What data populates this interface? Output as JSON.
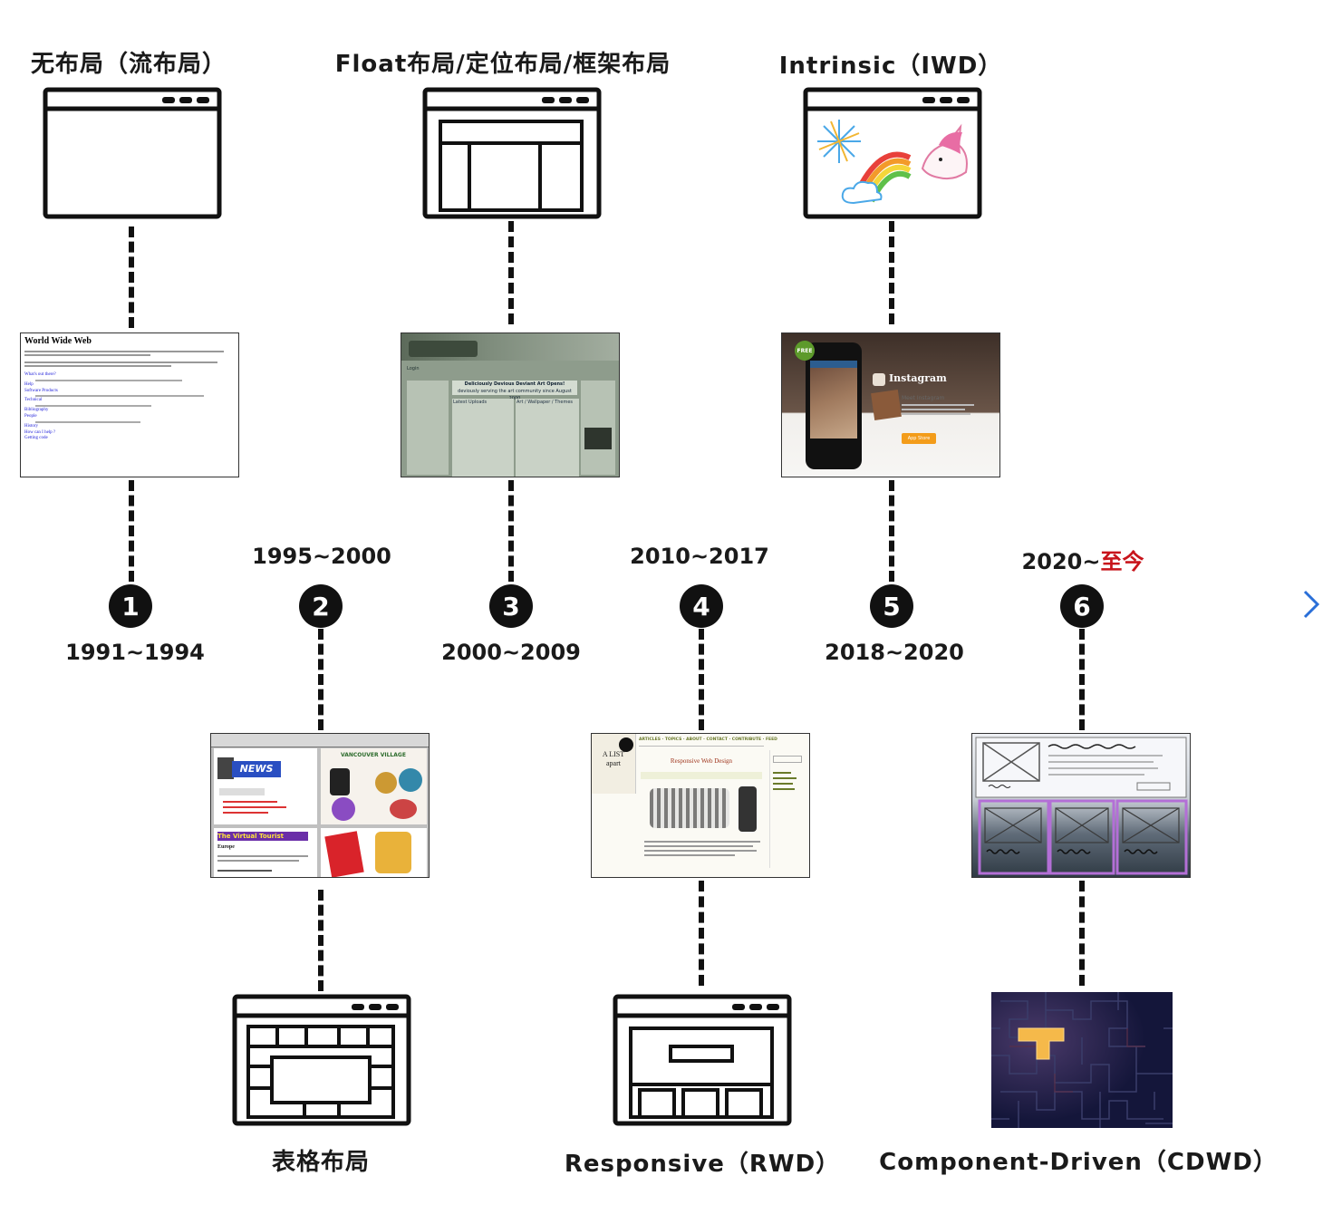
{
  "titles": {
    "era1": "无布局（流布局）",
    "era2": "表格布局",
    "era3": "Float布局/定位布局/框架布局",
    "era4": "Responsive（RWD）",
    "era5": "Intrinsic（IWD）",
    "era6": "Component-Driven（CDWD）"
  },
  "years": {
    "era1": "1991~1994",
    "era2": "1995~2000",
    "era3": "2000~2009",
    "era4": "2010~2017",
    "era5": "2018~2020",
    "era6_prefix": "2020~",
    "era6_suffix": "至今"
  },
  "nodes": [
    "1",
    "2",
    "3",
    "4",
    "5",
    "6"
  ],
  "thumbnails": {
    "www": {
      "heading": "World Wide Web",
      "links": [
        "What's out there?",
        "Help",
        "Software Products",
        "Technical",
        "Bibliography",
        "People",
        "History",
        "How can I help ?",
        "Getting code"
      ]
    },
    "deviantart": {
      "banner": "Deliciously Devious Deviant Art Opens!",
      "sub": "deviously serving the art community since August 2000",
      "left_col": "Latest Uploads",
      "right_col": "Art / Wallpaper / Themes",
      "login": "Login"
    },
    "instagram": {
      "brand": "Instagram",
      "tagline": "Meet Instagram",
      "badge": "FREE",
      "store": "App Store"
    },
    "netscape": {
      "news": "NEWS",
      "village": "VANCOUVER VILLAGE",
      "tourist": "The Virtual Tourist",
      "europe": "Europe"
    },
    "alistapart": {
      "logo": "A LIST apart",
      "heading": "Responsive Web Design",
      "nav": "ARTICLES · TOPICS · ABOUT · CONTACT · CONTRIBUTE · FEED"
    }
  },
  "colors": {
    "timeline_start": "#d9232a",
    "timeline_mid": "#7a4a9a",
    "timeline_end": "#2a6fd8",
    "node_fill": "#111111",
    "accent_red": "#c8141b"
  }
}
